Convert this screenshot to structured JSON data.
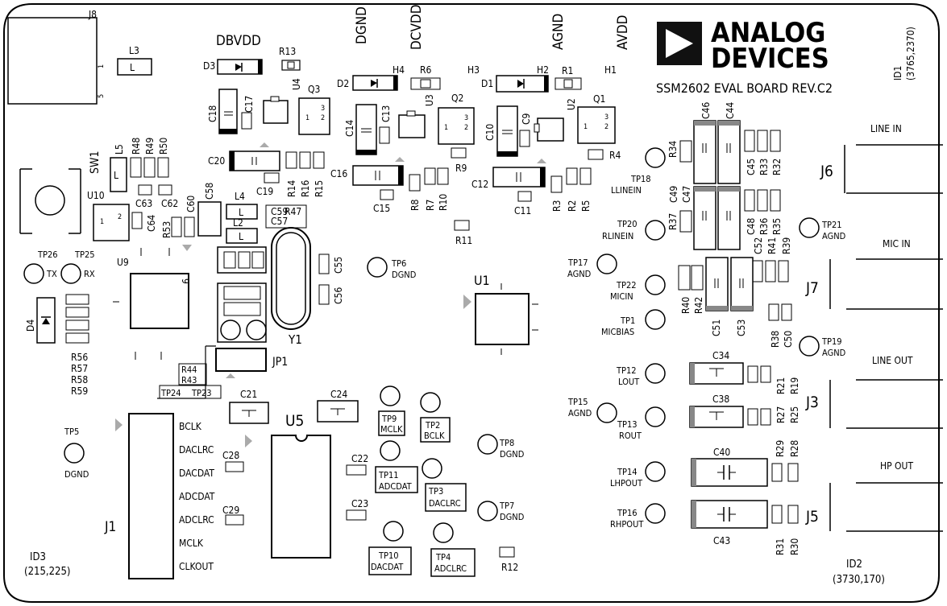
{
  "board": {
    "brand_line1": "ANALOG",
    "brand_line2": "DEVICES",
    "model": "SSM2602  EVAL BOARD REV.C2",
    "id1": {
      "name": "ID1",
      "coords": "(3765,2370)"
    },
    "id2": {
      "name": "ID2",
      "coords": "(3730,170)"
    },
    "id3": {
      "name": "ID3",
      "coords": "(215,225)"
    }
  },
  "supply_labels": [
    "DBVDD",
    "DGND",
    "DCVDD",
    "AGND",
    "AVDD"
  ],
  "jacks": [
    {
      "ref": "J6",
      "label": "LINE IN"
    },
    {
      "ref": "J7",
      "label": "MIC IN"
    },
    {
      "ref": "J3",
      "label": "LINE OUT"
    },
    {
      "ref": "J5",
      "label": "HP OUT"
    }
  ],
  "connectors": {
    "j8": "J8",
    "j1": "J1",
    "jp1": "JP1",
    "j1_pins": [
      "BCLK",
      "DACLRC",
      "DACDAT",
      "ADCDAT",
      "ADCLRC",
      "MCLK",
      "CLKOUT"
    ],
    "j8_pin1": "1",
    "j8_pin5": "5"
  },
  "chips": {
    "u1": "U1",
    "u2": "U2",
    "u3": "U3",
    "u4": "U4",
    "u5": "U5",
    "u9": "U9",
    "u10": "U10",
    "u9_pin": "9",
    "q1": "Q1",
    "q2": "Q2",
    "q3": "Q3",
    "d1": "D1",
    "d2": "D2",
    "d3": "D3",
    "d4": "D4",
    "y1": "Y1",
    "sw1": "SW1",
    "h1": "H1",
    "h2": "H2",
    "h3": "H3",
    "h4": "H4"
  },
  "test_points": [
    {
      "id": "TP1",
      "net": "MICBIAS"
    },
    {
      "id": "TP2",
      "net": "BCLK"
    },
    {
      "id": "TP3",
      "net": "DACLRC"
    },
    {
      "id": "TP4",
      "net": "ADCLRC"
    },
    {
      "id": "TP5",
      "net": "DGND"
    },
    {
      "id": "TP6",
      "net": "DGND"
    },
    {
      "id": "TP7",
      "net": "DGND"
    },
    {
      "id": "TP8",
      "net": "DGND"
    },
    {
      "id": "TP9",
      "net": "MCLK"
    },
    {
      "id": "TP10",
      "net": "DACDAT"
    },
    {
      "id": "TP11",
      "net": "ADCDAT"
    },
    {
      "id": "TP12",
      "net": "LOUT"
    },
    {
      "id": "TP13",
      "net": "ROUT"
    },
    {
      "id": "TP14",
      "net": "LHPOUT"
    },
    {
      "id": "TP15",
      "net": "AGND"
    },
    {
      "id": "TP16",
      "net": "RHPOUT"
    },
    {
      "id": "TP17",
      "net": "AGND"
    },
    {
      "id": "TP18",
      "net": "LLINEIN"
    },
    {
      "id": "TP19",
      "net": "AGND"
    },
    {
      "id": "TP20",
      "net": "RLINEIN"
    },
    {
      "id": "TP21",
      "net": "AGND"
    },
    {
      "id": "TP22",
      "net": "MICIN"
    },
    {
      "id": "TP23",
      "net": ""
    },
    {
      "id": "TP24",
      "net": ""
    },
    {
      "id": "TP25",
      "net": "RX"
    },
    {
      "id": "TP26",
      "net": "TX"
    }
  ],
  "labels": {
    "r1": "R1",
    "r2": "R2",
    "r3": "R3",
    "r4": "R4",
    "r5": "R5",
    "r6": "R6",
    "r7": "R7",
    "r8": "R8",
    "r9": "R9",
    "r10": "R10",
    "r11": "R11",
    "r12": "R12",
    "r13": "R13",
    "r14": "R14",
    "r15": "R15",
    "r16": "R16",
    "r19": "R19",
    "r21": "R21",
    "r25": "R25",
    "r27": "R27",
    "r28": "R28",
    "r29": "R29",
    "r30": "R30",
    "r31": "R31",
    "r32": "R32",
    "r33": "R33",
    "r34": "R34",
    "r35": "R35",
    "r36": "R36",
    "r37": "R37",
    "r38": "R38",
    "r39": "R39",
    "r40": "R40",
    "r41": "R41",
    "r42": "R42",
    "r43": "R43",
    "r44": "R44",
    "r47": "R47",
    "r48": "R48",
    "r49": "R49",
    "r50": "R50",
    "r53": "R53",
    "r56": "R56",
    "r57": "R57",
    "r58": "R58",
    "r59": "R59",
    "c9": "C9",
    "c10": "C10",
    "c11": "C11",
    "c12": "C12",
    "c13": "C13",
    "c14": "C14",
    "c15": "C15",
    "c16": "C16",
    "c17": "C17",
    "c18": "C18",
    "c19": "C19",
    "c20": "C20",
    "c21": "C21",
    "c22": "C22",
    "c23": "C23",
    "c24": "C24",
    "c28": "C28",
    "c29": "C29",
    "c34": "C34",
    "c38": "C38",
    "c40": "C40",
    "c43": "C43",
    "c44": "C44",
    "c45": "C45",
    "c46": "C46",
    "c47": "C47",
    "c48": "C48",
    "c49": "C49",
    "c50": "C50",
    "c51": "C51",
    "c52": "C52",
    "c53": "C53",
    "c55": "C55",
    "c56": "C56",
    "c57": "C57",
    "c58": "C58",
    "c59": "C59",
    "c60": "C60",
    "c62": "C62",
    "c63": "C63",
    "c64": "C64",
    "l3": "L3",
    "l4": "L4",
    "l5": "L5",
    "l2": "L2",
    "l_mark": "L",
    "cap_mark": "⊣⊢",
    "diode_mark": "▶|",
    "one": "1",
    "two": "2",
    "three": "3"
  }
}
